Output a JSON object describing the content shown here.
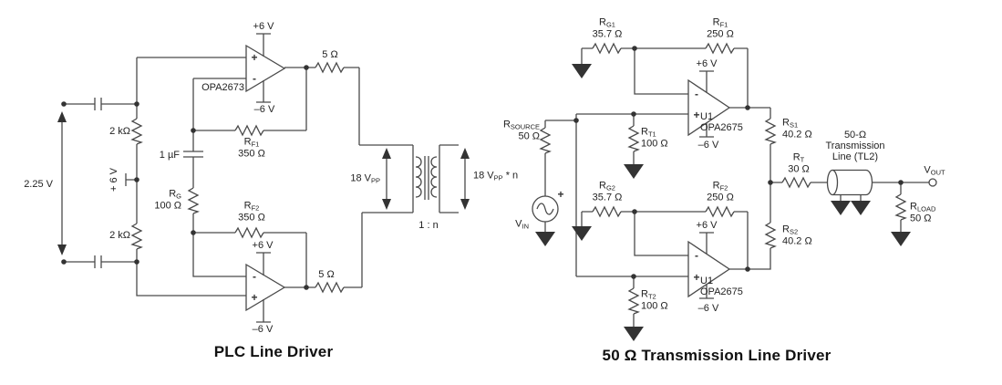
{
  "colors": {
    "wire": "#4a4a4a",
    "text": "#222222",
    "title": "#111111",
    "background": "#ffffff"
  },
  "sym": {
    "vplus": "+6 V",
    "vminus": "–6 V",
    "plus": "+",
    "minus": "-"
  },
  "left": {
    "title": "PLC Line Driver",
    "opamp_part": "OPA2673",
    "vin_span": "2.25 V",
    "r_top": "2 kΩ",
    "r_bot": "2 kΩ",
    "rail_tap": "+ 6 V",
    "cap": "1 µF",
    "rg": {
      "name": "R",
      "sub": "G",
      "val": "100 Ω"
    },
    "rf1": {
      "name": "R",
      "sub": "F1",
      "val": "350 Ω"
    },
    "rf2": {
      "name": "R",
      "sub": "F2",
      "val": "350 Ω"
    },
    "r5_top": "5 Ω",
    "r5_bot": "5 Ω",
    "vpp_pri": {
      "pre": "18 V",
      "sub": "PP",
      "post": ""
    },
    "vpp_sec": {
      "pre": "18 V",
      "sub": "PP",
      "post": " * n"
    },
    "turns": "1 : n"
  },
  "right": {
    "title": "50 Ω Transmission Line Driver",
    "u1": {
      "des": "U1",
      "part": "OPA2675"
    },
    "rsource": {
      "name": "R",
      "sub": "SOURCE",
      "val": "50 Ω"
    },
    "vin": {
      "name": "V",
      "sub": "IN"
    },
    "vout": {
      "name": "V",
      "sub": "OUT"
    },
    "rg1": {
      "name": "R",
      "sub": "G1",
      "val": "35.7 Ω"
    },
    "rf1": {
      "name": "R",
      "sub": "F1",
      "val": "250 Ω"
    },
    "rg2": {
      "name": "R",
      "sub": "G2",
      "val": "35.7 Ω"
    },
    "rf2": {
      "name": "R",
      "sub": "F2",
      "val": "250 Ω"
    },
    "rt1": {
      "name": "R",
      "sub": "T1",
      "val": "100 Ω"
    },
    "rt2": {
      "name": "R",
      "sub": "T2",
      "val": "100 Ω"
    },
    "rs1": {
      "name": "R",
      "sub": "S1",
      "val": "40.2 Ω"
    },
    "rs2": {
      "name": "R",
      "sub": "S2",
      "val": "40.2 Ω"
    },
    "rt": {
      "name": "R",
      "sub": "T",
      "val": "30 Ω"
    },
    "rload": {
      "name": "R",
      "sub": "LOAD",
      "val": "50 Ω"
    },
    "tline": {
      "l1": "50-Ω",
      "l2": "Transmission",
      "l3": "Line (TL2)"
    }
  }
}
